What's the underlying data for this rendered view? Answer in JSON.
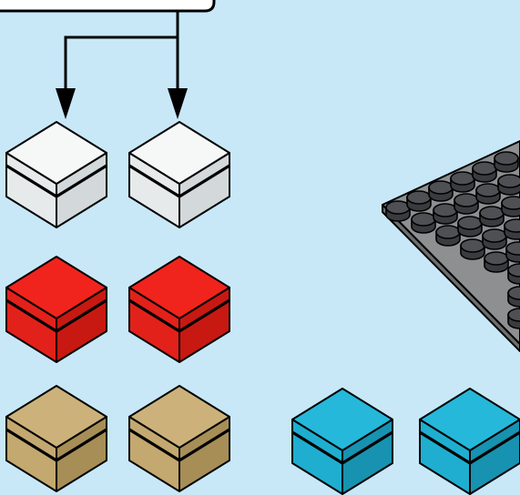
{
  "background": "#c8e8f8",
  "outline": "#000000",
  "callout_box": {
    "fill": "#ffffff"
  },
  "arrows": {
    "count": 2
  },
  "bricks": [
    {
      "id": "white-1",
      "color_name": "white",
      "top": "#f6f8f8",
      "left": "#e6eaeb",
      "right": "#d3d8da"
    },
    {
      "id": "white-2",
      "color_name": "white",
      "top": "#f6f8f8",
      "left": "#e6eaeb",
      "right": "#d3d8da"
    },
    {
      "id": "red-1",
      "color_name": "red",
      "top": "#f0241c",
      "left": "#e3211b",
      "right": "#c81812"
    },
    {
      "id": "red-2",
      "color_name": "red",
      "top": "#f0241c",
      "left": "#e3211b",
      "right": "#c81812"
    },
    {
      "id": "tan-1",
      "color_name": "tan",
      "top": "#ccb27a",
      "left": "#c3a86f",
      "right": "#a78e57"
    },
    {
      "id": "tan-2",
      "color_name": "tan",
      "top": "#ccb27a",
      "left": "#c3a86f",
      "right": "#a78e57"
    },
    {
      "id": "azure-1",
      "color_name": "azure",
      "top": "#25b8da",
      "left": "#1faecf",
      "right": "#1792b0"
    },
    {
      "id": "azure-2",
      "color_name": "azure",
      "top": "#25b8da",
      "left": "#1faecf",
      "right": "#1792b0"
    }
  ],
  "baseplate": {
    "color_name": "dark gray",
    "top": "#8e8f91",
    "edge": "#6c6d6f",
    "stud_top": "#4e5054",
    "stud_side": "#3a3b3e",
    "stud_count": 23
  }
}
